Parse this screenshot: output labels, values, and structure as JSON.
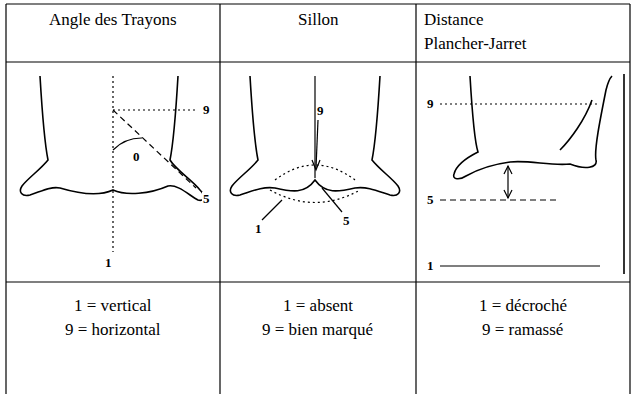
{
  "diagram": {
    "labels": [
      "Angle des Trayons",
      "Sillon",
      "Distance Plancher-Jarret",
      "9",
      "0",
      "5",
      "1",
      "9",
      "1",
      "5",
      "9",
      "5",
      "1",
      "1 = vertical",
      "9 = horizontal",
      "1 = absent",
      "9 = bien marqué",
      "1 = décroché",
      "9 = ramassé"
    ]
  }
}
